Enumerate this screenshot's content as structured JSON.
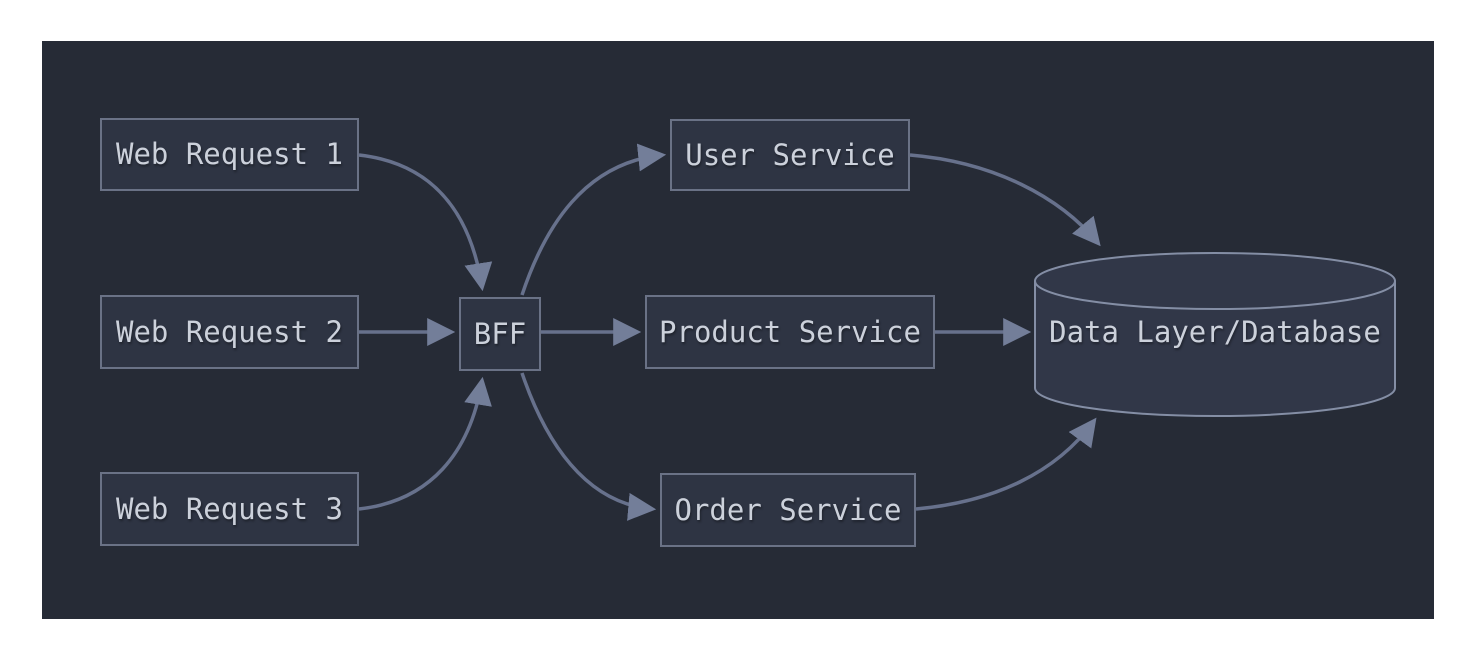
{
  "diagram": {
    "type": "flowchart",
    "direction": "left-to-right",
    "theme": {
      "page_background": "#ffffff",
      "canvas_background": "#262b36",
      "node_fill": "#2e3443",
      "node_border": "#6a7286",
      "edge_color": "#67718c",
      "arrowhead_color": "#737e99",
      "text_color": "#ccd1db",
      "cylinder_border": "#848ea5"
    },
    "nodes": {
      "web_request_1": {
        "label": "Web Request 1",
        "shape": "rectangle"
      },
      "web_request_2": {
        "label": "Web Request 2",
        "shape": "rectangle"
      },
      "web_request_3": {
        "label": "Web Request 3",
        "shape": "rectangle"
      },
      "bff": {
        "label": "BFF",
        "shape": "rectangle"
      },
      "user_service": {
        "label": "User Service",
        "shape": "rectangle"
      },
      "product_service": {
        "label": "Product Service",
        "shape": "rectangle"
      },
      "order_service": {
        "label": "Order Service",
        "shape": "rectangle"
      },
      "database": {
        "label": "Data Layer/Database",
        "shape": "cylinder"
      }
    },
    "edges": [
      {
        "from": "Web Request 1",
        "to": "BFF"
      },
      {
        "from": "Web Request 2",
        "to": "BFF"
      },
      {
        "from": "Web Request 3",
        "to": "BFF"
      },
      {
        "from": "BFF",
        "to": "User Service"
      },
      {
        "from": "BFF",
        "to": "Product Service"
      },
      {
        "from": "BFF",
        "to": "Order Service"
      },
      {
        "from": "User Service",
        "to": "Data Layer/Database"
      },
      {
        "from": "Product Service",
        "to": "Data Layer/Database"
      },
      {
        "from": "Order Service",
        "to": "Data Layer/Database"
      }
    ]
  }
}
